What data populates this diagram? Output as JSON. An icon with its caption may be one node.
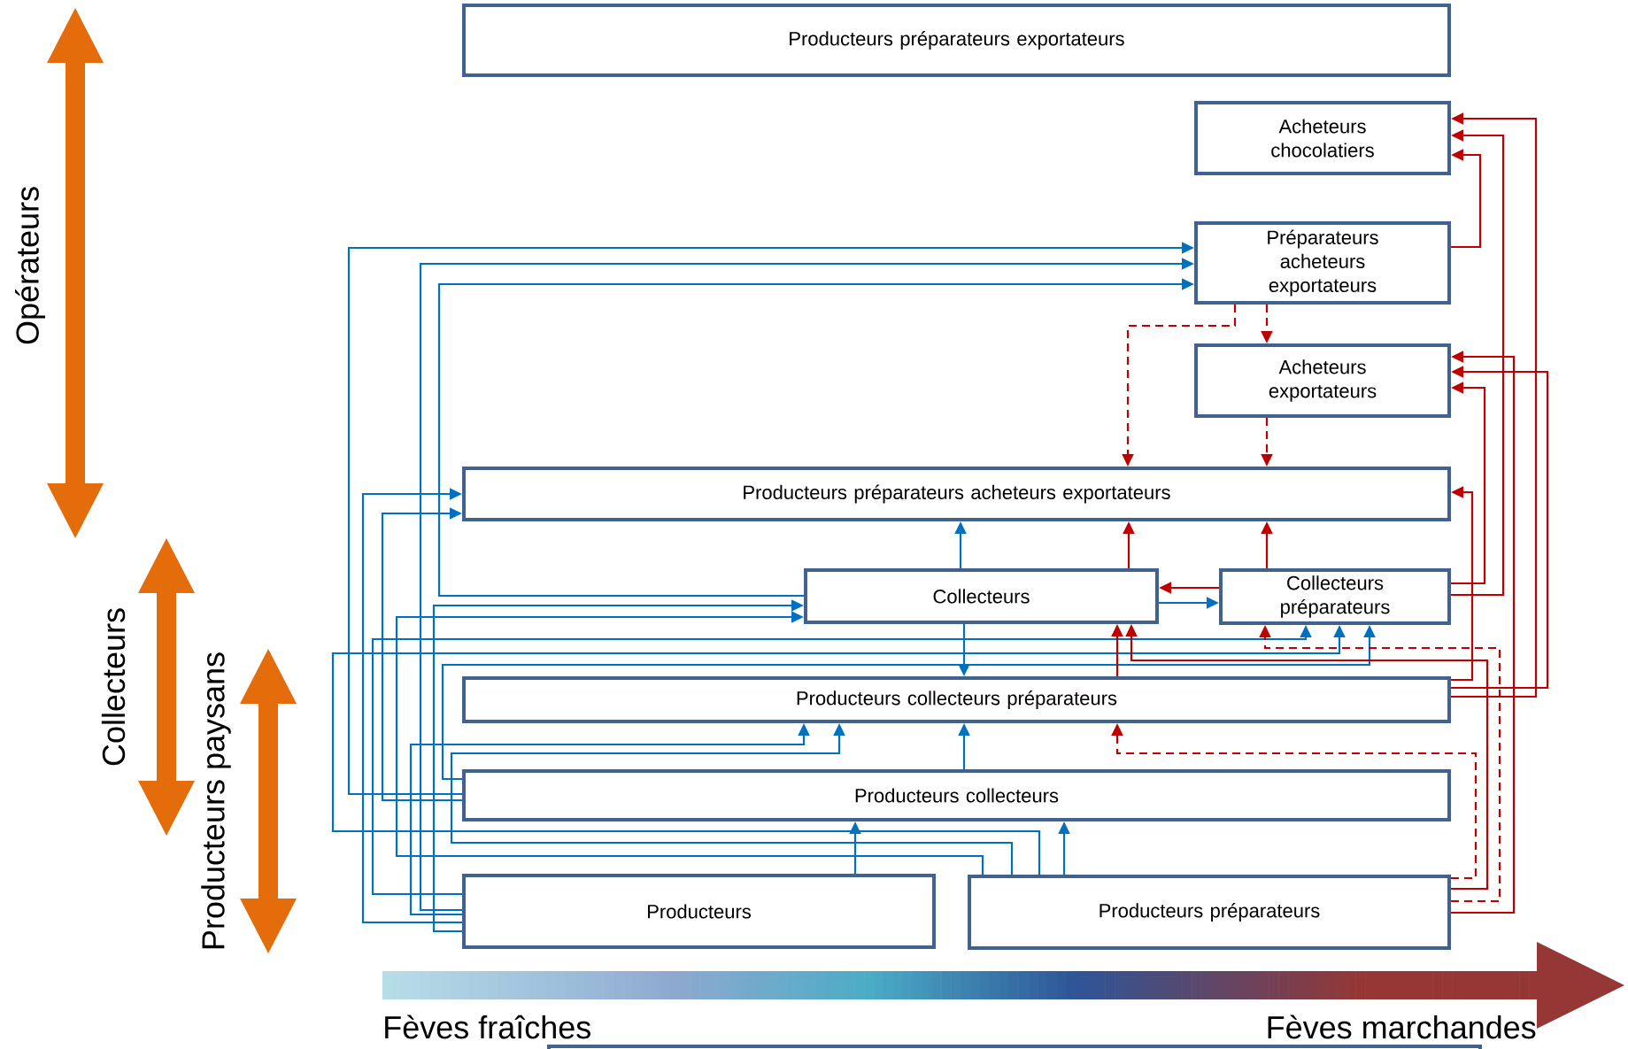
{
  "diagram": {
    "nodes": [
      {
        "text": [
          "Producteurs préparateurs exportateurs"
        ]
      },
      {
        "text": [
          "Acheteurs chocolatiers"
        ]
      },
      {
        "text": [
          "Préparateurs acheteurs exportateurs"
        ]
      },
      {
        "text": [
          "Acheteurs exportateurs"
        ]
      },
      {
        "text": [
          "Producteurs préparateurs acheteurs exportateurs"
        ]
      },
      {
        "text": [
          "Collecteurs"
        ]
      },
      {
        "text": [
          "Collecteurs préparateurs"
        ]
      },
      {
        "text": [
          "Producteurs collecteurs préparateurs"
        ]
      },
      {
        "text": [
          "Producteurs collecteurs"
        ]
      },
      {
        "text": [
          "Producteurs"
        ]
      },
      {
        "text": [
          "Producteurs préparateurs"
        ]
      },
      {
        "text": [],
        "shape": "box"
      }
    ],
    "edges": [
      {
        "from": 8,
        "to": 2,
        "arrow": "to"
      },
      {
        "from": 9,
        "to": 2,
        "arrow": "to"
      },
      {
        "from": 5,
        "to": 2,
        "arrow": "to"
      },
      {
        "from": 9,
        "to": 4,
        "arrow": "to"
      },
      {
        "from": 8,
        "to": 4,
        "arrow": "to"
      },
      {
        "from": 9,
        "to": 5,
        "arrow": "to"
      },
      {
        "from": 10,
        "to": 5,
        "arrow": "to"
      },
      {
        "from": 5,
        "to": 4,
        "arrow": "to"
      },
      {
        "from": 5,
        "to": 6,
        "arrow": "to"
      },
      {
        "from": 5,
        "to": 7,
        "arrow": "to"
      },
      {
        "from": 8,
        "to": 7,
        "arrow": "to"
      },
      {
        "from": 9,
        "to": 7,
        "arrow": "to"
      },
      {
        "from": 10,
        "to": 7,
        "arrow": "to"
      },
      {
        "from": 9,
        "to": 8,
        "arrow": "to"
      },
      {
        "from": 10,
        "to": 8,
        "arrow": "to"
      },
      {
        "from": 9,
        "to": 6,
        "arrow": "to"
      },
      {
        "from": 10,
        "to": 6,
        "arrow": "to"
      },
      {
        "from": 8,
        "to": 6,
        "arrow": "to"
      },
      {
        "from": 6,
        "to": 5,
        "arrow": "to",
        "color": "#c00000"
      },
      {
        "from": 5,
        "to": 4,
        "arrow": "to",
        "color": "#c00000"
      },
      {
        "from": 6,
        "to": 4,
        "arrow": "to",
        "color": "#c00000"
      },
      {
        "from": 7,
        "to": 5,
        "arrow": "to",
        "color": "#c00000"
      },
      {
        "from": 10,
        "to": 5,
        "arrow": "to",
        "color": "#c00000"
      },
      {
        "from": 2,
        "to": 1,
        "arrow": "to",
        "color": "#c00000"
      },
      {
        "from": 6,
        "to": 1,
        "arrow": "to",
        "color": "#c00000"
      },
      {
        "from": 7,
        "to": 1,
        "arrow": "to",
        "color": "#c00000"
      },
      {
        "from": 7,
        "to": 3,
        "arrow": "to",
        "color": "#c00000"
      },
      {
        "from": 10,
        "to": 3,
        "arrow": "to",
        "color": "#c00000"
      },
      {
        "from": 6,
        "to": 3,
        "arrow": "to",
        "color": "#c00000"
      },
      {
        "from": 7,
        "to": 4,
        "arrow": "to",
        "color": "#c00000"
      },
      {
        "from": 2,
        "to": 4,
        "arrow": "to",
        "style": "dashed",
        "color": "#c00000"
      },
      {
        "from": 2,
        "to": 3,
        "arrow": "to",
        "style": "dashed",
        "color": "#c00000"
      },
      {
        "from": 3,
        "to": 4,
        "arrow": "to",
        "style": "dashed",
        "color": "#c00000"
      },
      {
        "from": 10,
        "to": 7,
        "arrow": "to",
        "style": "dashed",
        "color": "#c00000"
      },
      {
        "from": 10,
        "to": 6,
        "arrow": "to",
        "style": "dashed",
        "color": "#c00000"
      }
    ],
    "labels": [
      "Opérateurs",
      "Collecteurs",
      "Producteurs paysans",
      "Fèves fraîches",
      "Fèves marchandes"
    ]
  }
}
